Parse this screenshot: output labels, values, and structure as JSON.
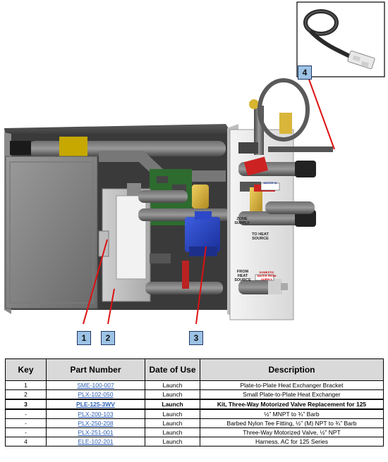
{
  "figure": {
    "callouts": [
      "1",
      "2",
      "3",
      "4"
    ],
    "panel_labels": {
      "zone_supply": "ZONE SUPPLY",
      "to_heat_source": "TO HEAT SOURCE",
      "from_heat_source": "FROM HEAT SOURCE",
      "domestic_water": "DOMESTIC WATER FROM SUPPLY",
      "water_in": "WATER IN"
    }
  },
  "table": {
    "headers": {
      "key": "Key",
      "part_number": "Part Number",
      "date_of_use": "Date of Use",
      "description": "Description"
    },
    "rows": [
      {
        "key": "1",
        "part": "SME-100-007",
        "date": "Launch",
        "desc": "Plate-to-Plate Heat Exchanger Bracket"
      },
      {
        "key": "2",
        "part": "PLX-102-050",
        "date": "Launch",
        "desc": "Small Plate-to-Plate Heat Exchanger"
      },
      {
        "key": "3",
        "part": "PLE-125-3WV",
        "date": "Launch",
        "desc": "Kit, Three-Way Motorized Valve Replacement for 125"
      },
      {
        "key": "-",
        "part": "PLX-200-103",
        "date": "Launch",
        "desc": "½” MNPT to ¾” Barb"
      },
      {
        "key": "-",
        "part": "PLX-250-208",
        "date": "Launch",
        "desc": "Barbed Nylon Tee Fitting, ½” (M) NPT to ¾” Barb"
      },
      {
        "key": "-",
        "part": "PLX-251-001",
        "date": "Launch",
        "desc": "Three-Way Motorized Valve, ½” NPT"
      },
      {
        "key": "4",
        "part": "ELE-102-201",
        "date": "Launch",
        "desc": "Harness, AC for 125 Series"
      }
    ]
  }
}
